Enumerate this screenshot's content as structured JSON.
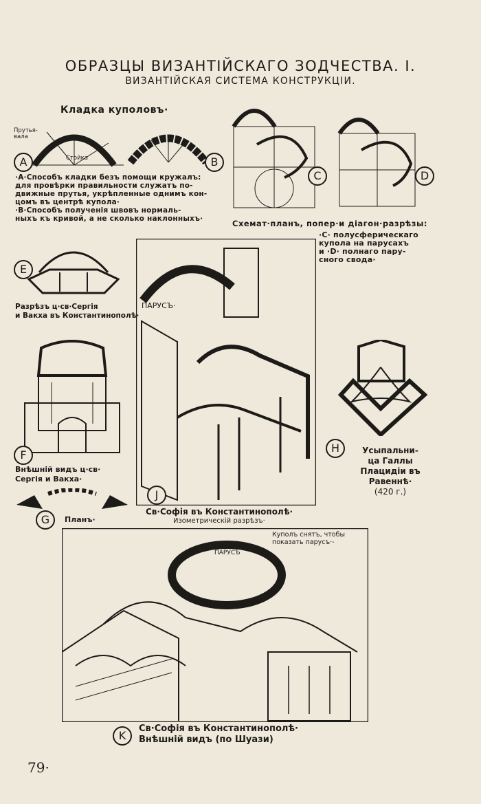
{
  "page": {
    "title": "ОБРАЗЦЫ ВИЗАНТІЙСКАГО ЗОДЧЕСТВА. I.",
    "subtitle": "ВИЗАНТІЙСКАЯ СИСТЕМА КОНСТРУКЦІИ.",
    "page_number": "79·"
  },
  "domes": {
    "heading": "Кладка куполовъ·",
    "label_rods": "Прутья- вала",
    "label_stand": "Стойка",
    "letter_a": "A",
    "letter_b": "B",
    "note_a_1": "·A·Способъ кладки безъ помощи кружалъ:",
    "note_a_2": "для провѣрки правильности служатъ по-",
    "note_a_3": "движные прутья, укрѣпленные однимъ кон-",
    "note_a_4": "цомъ въ центрѣ купола·",
    "note_b_1": "·B·Способъ полученія швовъ нормаль-",
    "note_b_2": "ныхъ къ кривой, а не сколько наклонныхъ·"
  },
  "pendentives": {
    "letter_c": "C",
    "letter_d": "D",
    "heading": "Схемат·планъ, попер·и діагон·разрѣзы:",
    "note_1": "·C· полусферическаго",
    "note_2": "купола на парусахъ",
    "note_3": "и ·D· полнаго пару-",
    "note_4": "сного свода·"
  },
  "sergius": {
    "letter_e": "E",
    "caption_1": "Разрѣзъ ц·св·Сергія",
    "caption_2": "и Вакха въ Константинополѣ·",
    "letter_f": "F",
    "caption_f_1": "Внѣшній видъ ц·св·",
    "caption_f_2": "Сергія и Вакха·",
    "letter_g": "G",
    "plan_label": "Планъ·"
  },
  "sophia_section": {
    "label_parus": "ПАРУСЪ·",
    "letter_j": "J",
    "caption_1": "Св·Софія въ Константинополѣ·",
    "caption_2": "Изометрическій разрѣзъ·"
  },
  "placidia": {
    "letter_h": "H",
    "caption_1": "Усыпальни-",
    "caption_2": "ца Галлы",
    "caption_3": "Плацидіи въ",
    "caption_4": "Равеннѣ·",
    "caption_5": "(420 г.)"
  },
  "sophia_exterior": {
    "note_1": "Куполъ снятъ, чтобы",
    "note_2": "показать парусъ·-",
    "label_parus": "ПАРУСЪ",
    "letter_k": "K",
    "caption_1": "Св·Софія въ Константинополѣ·",
    "caption_2": "Внѣшній видъ (по Шуази)"
  }
}
